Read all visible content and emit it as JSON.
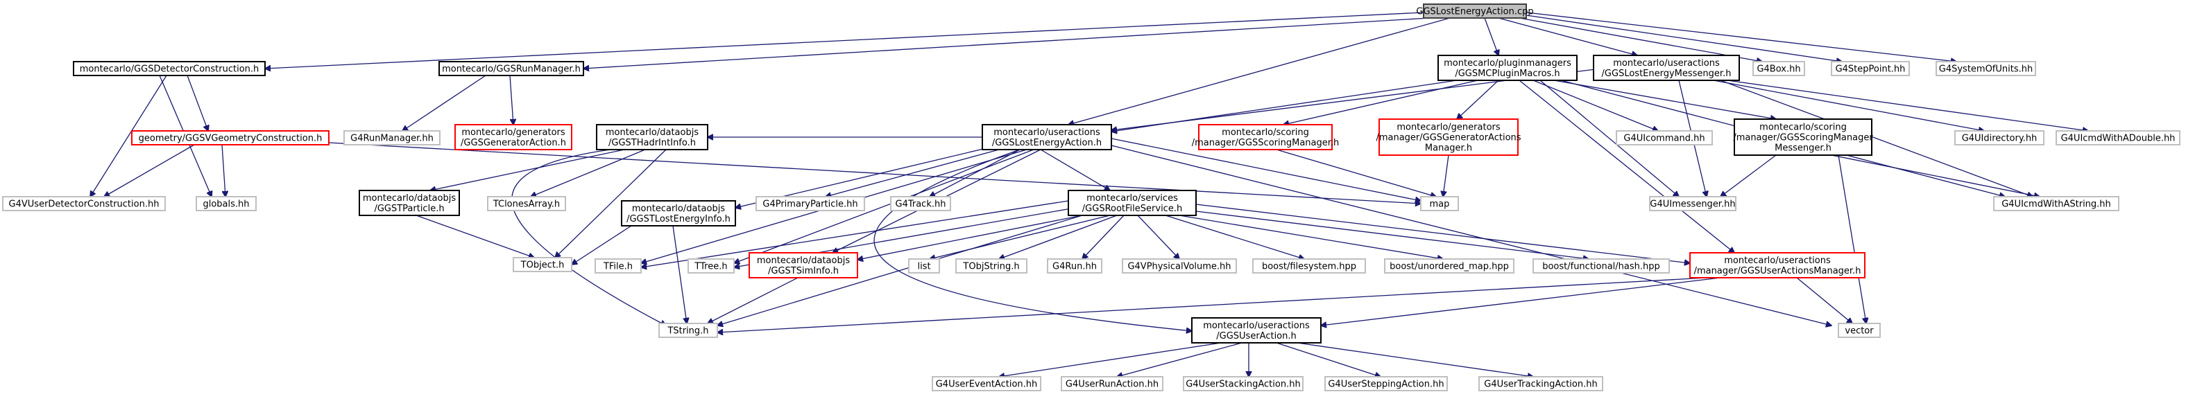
{
  "colors": {
    "edge": "#191970",
    "root_fill": "#bfbfbf",
    "root_border": "#404040",
    "internal_border": "#000000",
    "missing_border": "#ff0000",
    "external_border": "#bfbfbf",
    "background": "#ffffff"
  },
  "nodes": {
    "root": {
      "lines": [
        "GGSLostEnergyAction.cpp"
      ],
      "kind": "root"
    },
    "det": {
      "lines": [
        "montecarlo/GGSDetectorConstruction.h"
      ],
      "kind": "internal"
    },
    "runmgr": {
      "lines": [
        "montecarlo/GGSRunManager.h"
      ],
      "kind": "internal"
    },
    "plugin": {
      "lines": [
        "montecarlo/pluginmanagers",
        "/GGSMCPluginMacros.h"
      ],
      "kind": "internal"
    },
    "lemsg": {
      "lines": [
        "montecarlo/useractions",
        "/GGSLostEnergyMessenger.h"
      ],
      "kind": "internal"
    },
    "g4box": {
      "lines": [
        "G4Box.hh"
      ],
      "kind": "external"
    },
    "g4step": {
      "lines": [
        "G4StepPoint.hh"
      ],
      "kind": "external"
    },
    "g4units": {
      "lines": [
        "G4SystemOfUnits.hh"
      ],
      "kind": "external"
    },
    "geom": {
      "lines": [
        "geometry/GGSVGeometryConstruction.h"
      ],
      "kind": "missing"
    },
    "g4runmgr": {
      "lines": [
        "G4RunManager.hh"
      ],
      "kind": "external"
    },
    "gengen": {
      "lines": [
        "montecarlo/generators",
        "/GGSGeneratorAction.h"
      ],
      "kind": "missing"
    },
    "hadr": {
      "lines": [
        "montecarlo/dataobjs",
        "/GGSTHadrIntInfo.h"
      ],
      "kind": "internal"
    },
    "leaction": {
      "lines": [
        "montecarlo/useractions",
        "/GGSLostEnergyAction.h"
      ],
      "kind": "internal"
    },
    "scoringmgr": {
      "lines": [
        "montecarlo/scoring",
        "/manager/GGSScoringManager.h"
      ],
      "kind": "missing"
    },
    "genmgr": {
      "lines": [
        "montecarlo/generators",
        "/manager/GGSGeneratorActions",
        "Manager.h"
      ],
      "kind": "missing"
    },
    "g4uicmd": {
      "lines": [
        "G4UIcommand.hh"
      ],
      "kind": "external"
    },
    "scoremsg": {
      "lines": [
        "montecarlo/scoring",
        "/manager/GGSScoringManager",
        "Messenger.h"
      ],
      "kind": "internal"
    },
    "g4uidir": {
      "lines": [
        "G4UIdirectory.hh"
      ],
      "kind": "external"
    },
    "g4uidbl": {
      "lines": [
        "G4UIcmdWithADouble.hh"
      ],
      "kind": "external"
    },
    "g4udc": {
      "lines": [
        "G4VUserDetectorConstruction.hh"
      ],
      "kind": "external"
    },
    "globals": {
      "lines": [
        "globals.hh"
      ],
      "kind": "external"
    },
    "particle": {
      "lines": [
        "montecarlo/dataobjs",
        "/GGSTParticle.h"
      ],
      "kind": "internal"
    },
    "tclones": {
      "lines": [
        "TClonesArray.h"
      ],
      "kind": "external"
    },
    "leinfo": {
      "lines": [
        "montecarlo/dataobjs",
        "/GGSTLostEnergyInfo.h"
      ],
      "kind": "internal"
    },
    "g4prim": {
      "lines": [
        "G4PrimaryParticle.hh"
      ],
      "kind": "external"
    },
    "g4track": {
      "lines": [
        "G4Track.hh"
      ],
      "kind": "external"
    },
    "rootfile": {
      "lines": [
        "montecarlo/services",
        "/GGSRootFileService.h"
      ],
      "kind": "internal"
    },
    "map": {
      "lines": [
        "map"
      ],
      "kind": "external"
    },
    "g4uimsgr": {
      "lines": [
        "G4UImessenger.hh"
      ],
      "kind": "external"
    },
    "g4uistr": {
      "lines": [
        "G4UIcmdWithAString.hh"
      ],
      "kind": "external"
    },
    "tobject": {
      "lines": [
        "TObject.h"
      ],
      "kind": "external"
    },
    "tfile": {
      "lines": [
        "TFile.h"
      ],
      "kind": "external"
    },
    "ttree": {
      "lines": [
        "TTree.h"
      ],
      "kind": "external"
    },
    "siminfo": {
      "lines": [
        "montecarlo/dataobjs",
        "/GGSTSimInfo.h"
      ],
      "kind": "missing"
    },
    "list": {
      "lines": [
        "list"
      ],
      "kind": "external"
    },
    "tobjstr": {
      "lines": [
        "TObjString.h"
      ],
      "kind": "external"
    },
    "g4run": {
      "lines": [
        "G4Run.hh"
      ],
      "kind": "external"
    },
    "g4vphys": {
      "lines": [
        "G4VPhysicalVolume.hh"
      ],
      "kind": "external"
    },
    "bfs": {
      "lines": [
        "boost/filesystem.hpp"
      ],
      "kind": "external"
    },
    "bumap": {
      "lines": [
        "boost/unordered_map.hpp"
      ],
      "kind": "external"
    },
    "bhash": {
      "lines": [
        "boost/functional/hash.hpp"
      ],
      "kind": "external"
    },
    "uamgr": {
      "lines": [
        "montecarlo/useractions",
        "/manager/GGSUserActionsManager.h"
      ],
      "kind": "missing"
    },
    "tstring": {
      "lines": [
        "TString.h"
      ],
      "kind": "external"
    },
    "vector": {
      "lines": [
        "vector"
      ],
      "kind": "external"
    },
    "useraction": {
      "lines": [
        "montecarlo/useractions",
        "/GGSUserAction.h"
      ],
      "kind": "internal"
    },
    "g4event": {
      "lines": [
        "G4UserEventAction.hh"
      ],
      "kind": "external"
    },
    "g4urun": {
      "lines": [
        "G4UserRunAction.hh"
      ],
      "kind": "external"
    },
    "g4stack": {
      "lines": [
        "G4UserStackingAction.hh"
      ],
      "kind": "external"
    },
    "g4stepping": {
      "lines": [
        "G4UserSteppingAction.hh"
      ],
      "kind": "external"
    },
    "g4tracking": {
      "lines": [
        "G4UserTrackingAction.hh"
      ],
      "kind": "external"
    }
  }
}
